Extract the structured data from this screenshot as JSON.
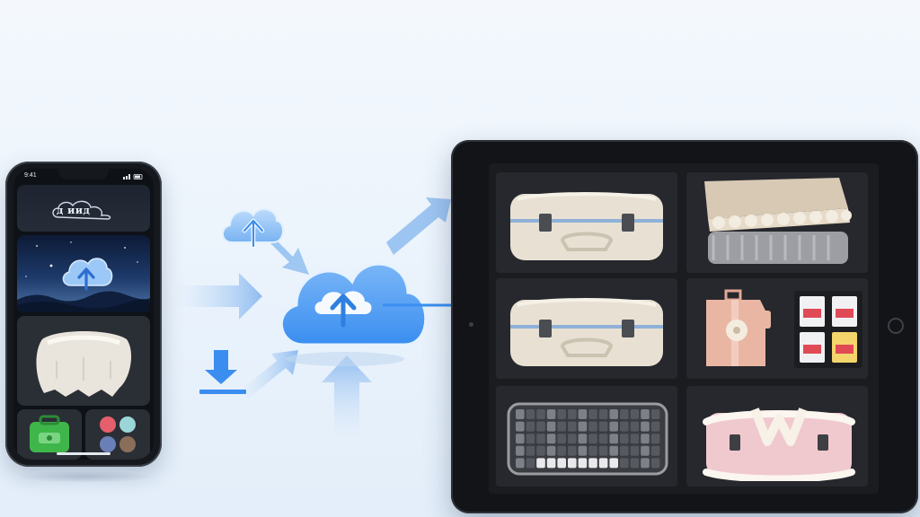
{
  "phone": {
    "status_time": "9:41",
    "logo_text": "д иид",
    "tiles": [
      {
        "name": "logo-tile"
      },
      {
        "name": "night-sky-upload-tile",
        "icon": "cloud-upload-icon"
      },
      {
        "name": "fur-bag-tile"
      },
      {
        "name": "green-case-tile"
      },
      {
        "name": "color-dots-tile",
        "dot_colors": [
          "#e5606c",
          "#9ad6d8",
          "#6a7fb8",
          "#8b6e5a"
        ]
      }
    ]
  },
  "center": {
    "cloud_icon": "cloud-upload-icon",
    "small_cloud_icon": "cloud-upload-icon",
    "download_icon": "download-arrow-icon"
  },
  "tablet": {
    "grid": [
      {
        "name": "cream-suitcase-1"
      },
      {
        "name": "folded-knit-blanket"
      },
      {
        "name": "cream-suitcase-2"
      },
      {
        "name": "pink-bag-and-snacks"
      },
      {
        "name": "mechanical-keyboard"
      },
      {
        "name": "pink-fluffy-bag"
      }
    ]
  },
  "colors": {
    "accent_blue": "#3a8ef0",
    "arrow_blue": "#8fbcf0",
    "cloud_light": "#cfe4fb",
    "background": "#eef5fc"
  }
}
